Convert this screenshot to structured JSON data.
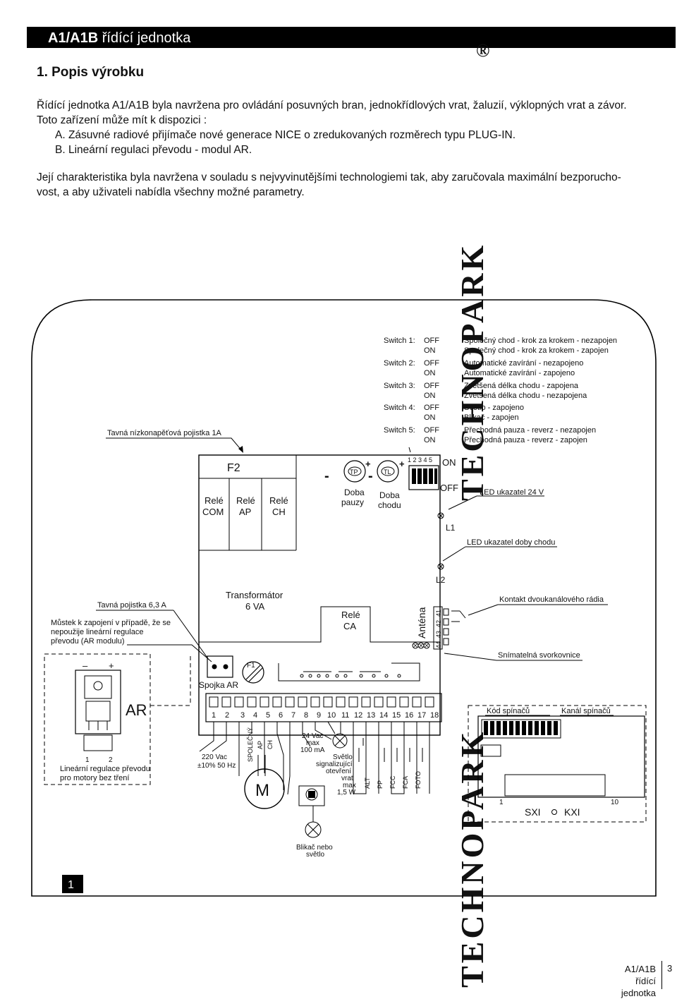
{
  "header": {
    "title_bold": "A1/A1B",
    "title_rest": "řídící jednotka"
  },
  "section": {
    "title": "1. Popis výrobku"
  },
  "paragraphs": {
    "p1": "Řídící jednotka A1/A1B byla navržena pro ovládání posuvných bran, jednokřídlových vrat, žaluzií, výklopných vrat a závor.",
    "p2": "Toto zařízení může mít k dispozici :",
    "p3": "A.  Zásuvné radiové přijímače nové generace NICE o zredukovaných rozměrech typu PLUG-IN.",
    "p4": "B.  Lineární regulaci převodu - modul AR.",
    "p5": "Její charakteristika byla navržena v souladu s nejvyvinutějšími technologiemi tak, aby zaručovala maximální bezporucho-",
    "p6": "vost, a aby uživateli nabídla všechny možné parametry."
  },
  "watermark": {
    "text": "TECHNOPARK",
    "reg": "®"
  },
  "figure": {
    "number": "1",
    "switches": [
      {
        "label": "Switch 1:",
        "off": "OFF",
        "on": "ON",
        "off_desc": "Společný chod - krok za krokem - nezapojen",
        "on_desc": "Společný chod - krok za krokem - zapojen"
      },
      {
        "label": "Switch 2:",
        "off": "OFF",
        "on": "ON",
        "off_desc": "Automatické zavírání - nezapojeno",
        "on_desc": "Automatické zavírání - zapojeno"
      },
      {
        "label": "Switch 3:",
        "off": "OFF",
        "on": "ON",
        "off_desc": "Zvětšená délka chodu - zapojena",
        "on_desc": "Zvětšená délka chodu - nezapojena"
      },
      {
        "label": "Switch 4:",
        "off": "OFF",
        "on": "ON",
        "off_desc": "Světlo - zapojeno",
        "on_desc": "Blikač - zapojen"
      },
      {
        "label": "Switch   5:",
        "off": "OFF",
        "on": "ON",
        "off_desc": "Přechodná pauza - reverz - nezapojen",
        "on_desc": "Přechodná pauza - reverz - zapojen"
      }
    ],
    "fuse_low": "Tavná nízkonapěťová pojistka 1A",
    "f2": "F2",
    "rele_com": [
      "Relé",
      "COM"
    ],
    "rele_ap": [
      "Relé",
      "AP"
    ],
    "rele_ch": [
      "Relé",
      "CH"
    ],
    "tp": "TP",
    "tl": "TL",
    "minus": "-",
    "plus": "+",
    "doba_pauzy": [
      "Doba",
      "pauzy"
    ],
    "doba_chodu": [
      "Doba",
      "chodu"
    ],
    "dip_numbers": "1 2 3 4 5",
    "dip_on": "ON",
    "dip_off": "OFF",
    "led_24v": "LED ukazatel 24 V",
    "l1": "L1",
    "led_chod": "LED ukazatel doby chodu",
    "l2": "L2",
    "fuse_63": "Tavná pojistka 6,3 A",
    "bridge": [
      "Můstek k zapojení v případě, že se",
      "nepoužije lineární regulace",
      "převodu (AR modulu)"
    ],
    "transformer": [
      "Transformátor",
      "6 VA"
    ],
    "rele_ca": [
      "Relé",
      "CA"
    ],
    "antenna": "Anténa",
    "radio_terms": [
      "41",
      "42",
      "43",
      "44"
    ],
    "radio_contact": "Kontakt dvoukanálového rádia",
    "removable_block": "Snímatelná svorkovnice",
    "f1": "F1",
    "spojka": "Spojka AR",
    "ar_minus": "–",
    "ar_plus": "+",
    "ar": "AR",
    "ar_pins": [
      "1",
      "2"
    ],
    "ar_caption": [
      "Lineární regulace převodu",
      "pro motory bez tření"
    ],
    "terminals": [
      "1",
      "2",
      "3",
      "4",
      "5",
      "6",
      "7",
      "8",
      "9",
      "10",
      "11",
      "12",
      "13",
      "14",
      "15",
      "16",
      "17",
      "18"
    ],
    "supply": [
      "220 Vac",
      "±10% 50 Hz"
    ],
    "motor_labels": [
      "SPOLEČNÝ",
      "AP",
      "CH"
    ],
    "motor": "M",
    "aux_24": [
      "24 Vac",
      "max",
      "100 mA"
    ],
    "light": [
      "Světlo",
      "signalizující",
      "otevření",
      "vrat",
      "max",
      "1,5 W"
    ],
    "inputs": [
      "ALT",
      "PP",
      "FCC",
      "FCA",
      "FOTO"
    ],
    "flasher": [
      "Blikač nebo",
      "světlo"
    ],
    "code": "Kód spínačů",
    "channel": "Kanál spínačů",
    "sxi_left": "1",
    "sxi_right": "10",
    "sxi": "SXI",
    "kxi": "KXI"
  },
  "footer": {
    "title1": "A1/A1B",
    "title2": "řídící jednotka",
    "page": "3"
  }
}
